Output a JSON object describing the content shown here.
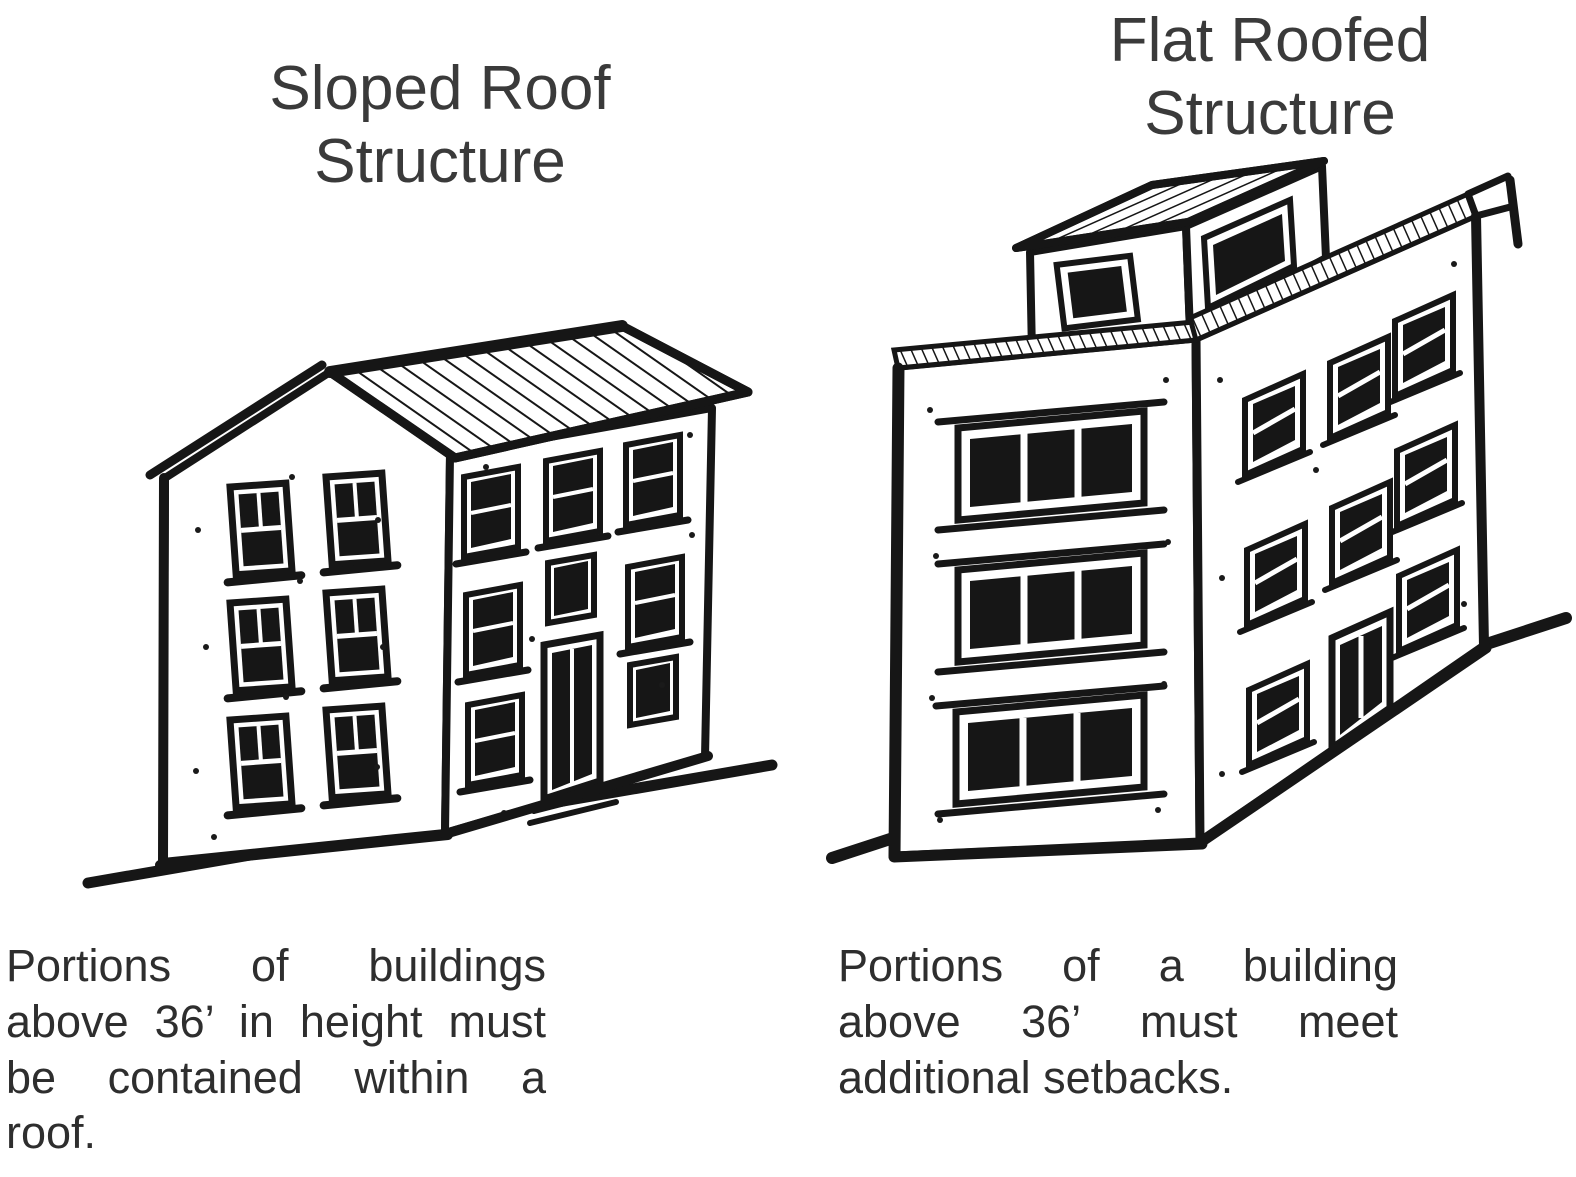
{
  "left": {
    "title_lines": [
      "Sloped Roof",
      "Structure"
    ],
    "caption_lines": [
      "Portions of buildings",
      "above 36’ in height must",
      "be contained within a",
      "roof."
    ],
    "illustration": "sloped-roof-building-sketch"
  },
  "right": {
    "title_lines": [
      "Flat Roofed",
      "Structure"
    ],
    "caption_lines": [
      "Portions of a building",
      "above 36’ must meet",
      "additional setbacks."
    ],
    "illustration": "flat-roofed-building-sketch"
  },
  "colors": {
    "ink": "#161616",
    "text": "#2e2e2e",
    "title_text": "#3a3a3a",
    "background": "#ffffff"
  }
}
